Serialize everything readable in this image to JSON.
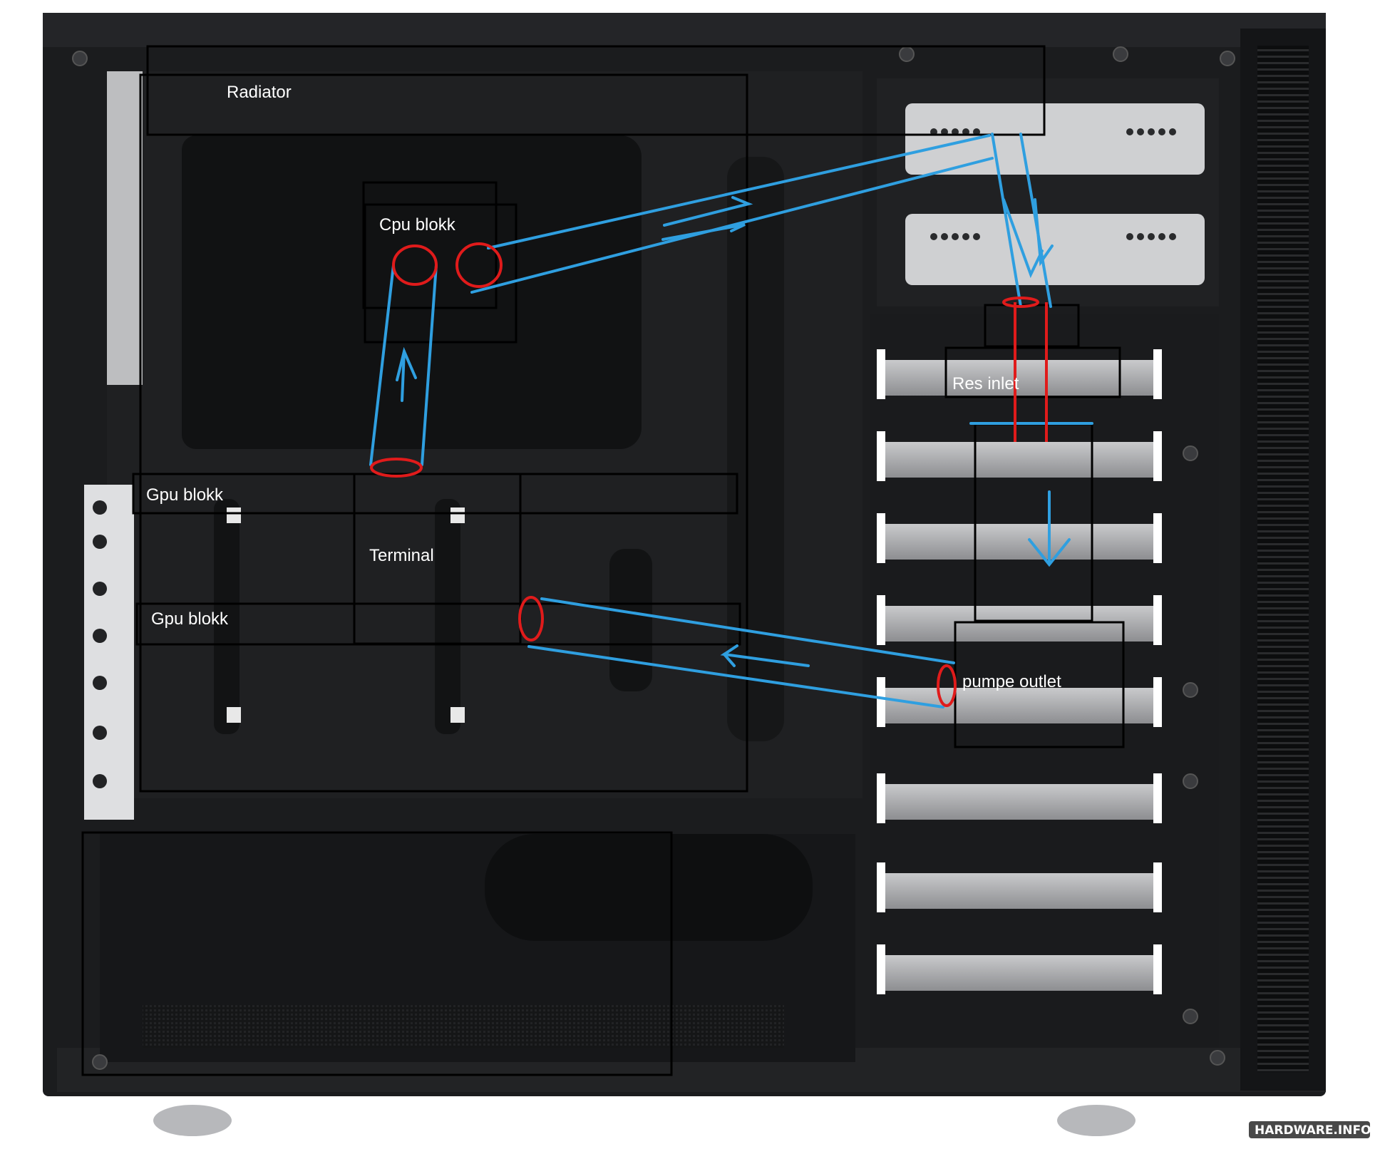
{
  "labels": {
    "radiator": "Radiator",
    "cpu_block": "Cpu blokk",
    "gpu_block_top": "Gpu blokk",
    "gpu_block_bottom": "Gpu blokk",
    "terminal": "Terminal",
    "res_inlet": "Res inlet",
    "pump_outlet": "pumpe outlet"
  },
  "watermark": {
    "text": "HARDWARE.INFO"
  },
  "colors": {
    "annotation_boxes": "#000000",
    "pipe_lines": "#2f9fe0",
    "fittings": "#e01b1b",
    "label_text": "#ffffff",
    "case_body": "#1b1c1e"
  }
}
